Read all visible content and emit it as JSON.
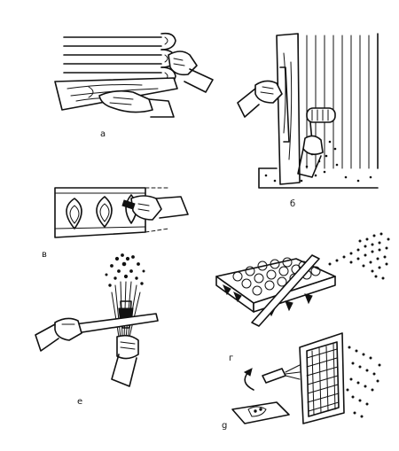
{
  "panels": [
    {
      "id": "a",
      "label": "а"
    },
    {
      "id": "b",
      "label": "б"
    },
    {
      "id": "v",
      "label": "в"
    },
    {
      "id": "g",
      "label": "г"
    },
    {
      "id": "e",
      "label": "е"
    },
    {
      "id": "d",
      "label": "g"
    }
  ],
  "colors": {
    "ink": "#111111",
    "paper": "#ffffff"
  }
}
